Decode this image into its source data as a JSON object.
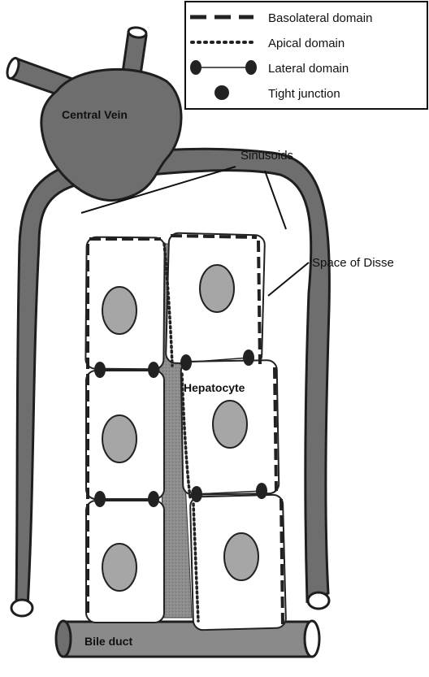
{
  "legend": {
    "basolateral": "Basolateral domain",
    "apical": "Apical domain",
    "lateral": "Lateral domain",
    "tight": "Tight junction"
  },
  "labels": {
    "central_vein": "Central Vein",
    "sinusoids": "Sinusoids",
    "space_of_disse": "Space of Disse",
    "hepatocyte": "Hepatocyte",
    "bile_duct": "Bile duct"
  },
  "colors": {
    "vessel_fill": "#6e6e6e",
    "vessel_stroke": "#1e1e1e",
    "nucleus_fill": "#a6a6a6",
    "cell_fill": "#ffffff",
    "bile_fill": "#8a8a8a"
  }
}
